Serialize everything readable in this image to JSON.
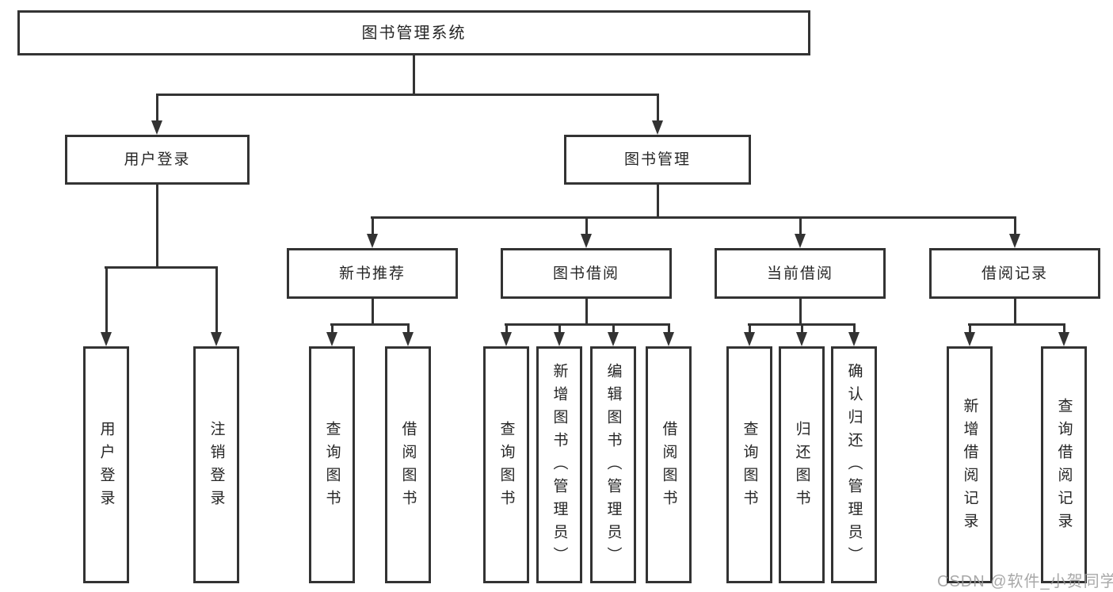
{
  "colors": {
    "line": "#333333",
    "text": "#262626",
    "watermark": "#9a9a9a",
    "background": "#ffffff"
  },
  "watermark": {
    "text": "CSDN @软件_小贺同学"
  },
  "diagram": {
    "root": {
      "label": "图书管理系统"
    },
    "level2": [
      {
        "label": "用户登录"
      },
      {
        "label": "图书管理"
      }
    ],
    "level3": [
      {
        "label": "新书推荐",
        "parent": "图书管理"
      },
      {
        "label": "图书借阅",
        "parent": "图书管理"
      },
      {
        "label": "当前借阅",
        "parent": "图书管理"
      },
      {
        "label": "借阅记录",
        "parent": "图书管理"
      }
    ],
    "leaves": [
      {
        "label": "用户登录",
        "parent": "用户登录"
      },
      {
        "label": "注销登录",
        "parent": "用户登录"
      },
      {
        "label": "查询图书",
        "parent": "新书推荐"
      },
      {
        "label": "借阅图书",
        "parent": "新书推荐"
      },
      {
        "label": "查询图书",
        "parent": "图书借阅"
      },
      {
        "label": "新增图书（管理员）",
        "parent": "图书借阅"
      },
      {
        "label": "编辑图书（管理员）",
        "parent": "图书借阅"
      },
      {
        "label": "借阅图书",
        "parent": "图书借阅"
      },
      {
        "label": "查询图书",
        "parent": "当前借阅"
      },
      {
        "label": "归还图书",
        "parent": "当前借阅"
      },
      {
        "label": "确认归还（管理员）",
        "parent": "当前借阅"
      },
      {
        "label": "新增借阅记录",
        "parent": "借阅记录"
      },
      {
        "label": "查询借阅记录",
        "parent": "借阅记录"
      }
    ]
  }
}
